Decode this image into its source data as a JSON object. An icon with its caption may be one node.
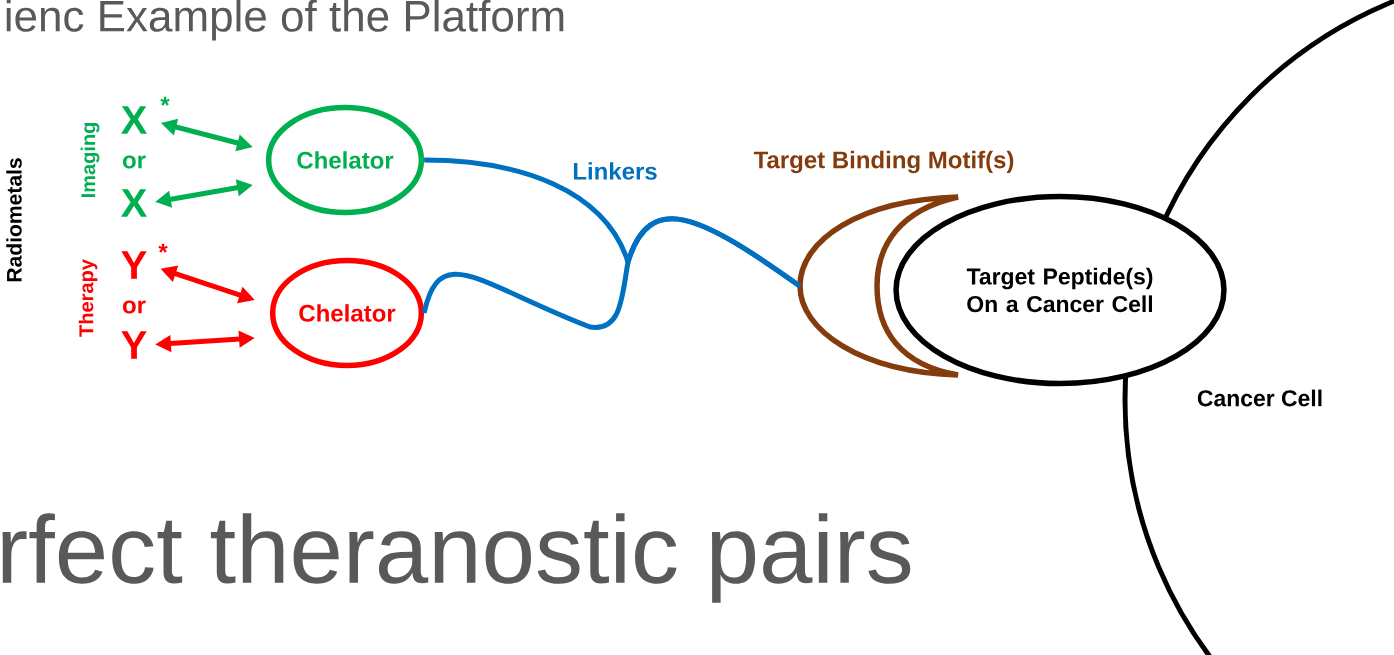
{
  "diagram": {
    "nodes": [
      {
        "text": [
          "X"
        ],
        "beside": [
          "*"
        ]
      },
      {
        "text": [
          "X"
        ]
      },
      {
        "text": [
          "Y"
        ],
        "beside": [
          "*"
        ]
      },
      {
        "text": [
          "Y"
        ]
      },
      {
        "text": [
          "Chelator"
        ]
      },
      {
        "text": [
          "Chelator"
        ]
      },
      {
        "text": [
          "Target Binding Motif(s)"
        ]
      },
      {
        "text": [
          "Target Peptide(s) On a Cancer Cell"
        ]
      },
      {
        "text": [
          "Cancer Cell"
        ]
      }
    ],
    "edges": [
      {
        "from": 0,
        "to": 4,
        "arrow": "both",
        "color": "#00b050"
      },
      {
        "from": 1,
        "to": 4,
        "arrow": "both",
        "color": "#00b050"
      },
      {
        "from": 2,
        "to": 5,
        "arrow": "both",
        "color": "#ff0000"
      },
      {
        "from": 3,
        "to": 5,
        "arrow": "both",
        "color": "#ff0000"
      },
      {
        "from": 4,
        "to": 6,
        "arrow": "none",
        "color": "#0070c0",
        "label": "Linkers"
      },
      {
        "from": 5,
        "to": 6,
        "arrow": "none",
        "color": "#0070c0"
      }
    ],
    "labels": [
      "ienc Example of the Platform",
      "Radiometals",
      "Imaging",
      "or",
      "Therapy",
      "or",
      "rfect theranostic pairs"
    ]
  }
}
